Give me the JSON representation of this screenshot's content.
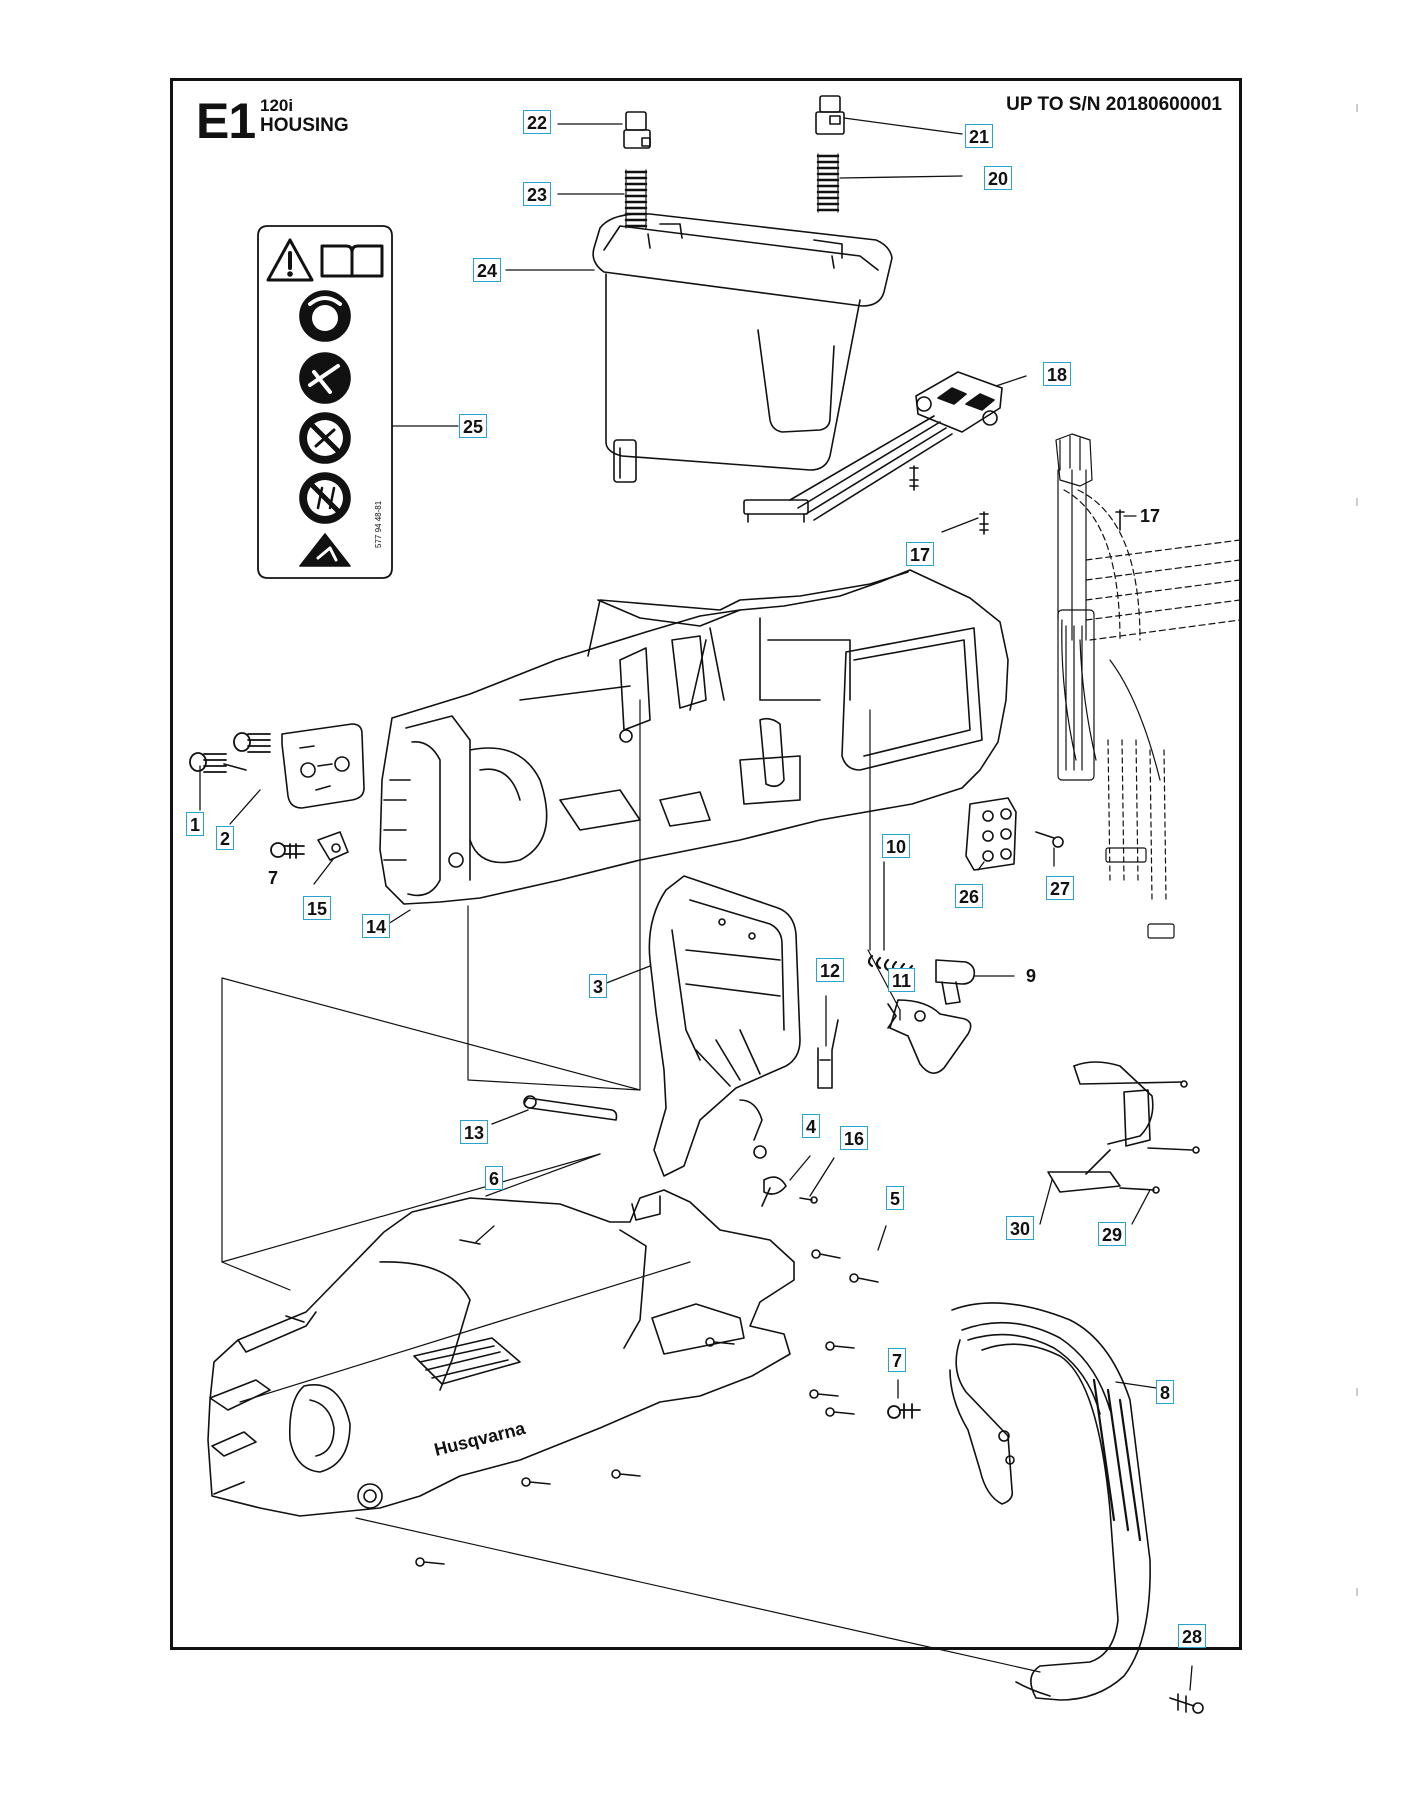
{
  "header": {
    "section_code": "E1",
    "model": "120i",
    "section_name": "HOUSING",
    "serial_note": "UP TO S/N 20180600001"
  },
  "decal": {
    "part_code": "577 94 48-81",
    "pictograms": [
      "warning-triangle-icon",
      "manual-book-icon",
      "protective-gear-icon",
      "kickback-icon",
      "no-one-handed-use-icon",
      "no-ladder-use-icon",
      "falling-objects-icon"
    ]
  },
  "brand_logo_text": "Husqvarna",
  "colors": {
    "callout_border": "#27a3d1",
    "line": "#111111"
  },
  "callouts": [
    {
      "id": "c22",
      "label": "22",
      "boxed": true
    },
    {
      "id": "c21",
      "label": "21",
      "boxed": true
    },
    {
      "id": "c23",
      "label": "23",
      "boxed": true
    },
    {
      "id": "c20",
      "label": "20",
      "boxed": true
    },
    {
      "id": "c24",
      "label": "24",
      "boxed": true
    },
    {
      "id": "c25",
      "label": "25",
      "boxed": true
    },
    {
      "id": "c18",
      "label": "18",
      "boxed": true
    },
    {
      "id": "c17a",
      "label": "17",
      "boxed": false
    },
    {
      "id": "c17b",
      "label": "17",
      "boxed": true
    },
    {
      "id": "c1",
      "label": "1",
      "boxed": true
    },
    {
      "id": "c2",
      "label": "2",
      "boxed": true
    },
    {
      "id": "c7a",
      "label": "7",
      "boxed": false
    },
    {
      "id": "c15",
      "label": "15",
      "boxed": true
    },
    {
      "id": "c14",
      "label": "14",
      "boxed": true
    },
    {
      "id": "c10",
      "label": "10",
      "boxed": true
    },
    {
      "id": "c26",
      "label": "26",
      "boxed": true
    },
    {
      "id": "c27",
      "label": "27",
      "boxed": true
    },
    {
      "id": "c9",
      "label": "9",
      "boxed": false
    },
    {
      "id": "c3",
      "label": "3",
      "boxed": true
    },
    {
      "id": "c12",
      "label": "12",
      "boxed": true
    },
    {
      "id": "c11",
      "label": "11",
      "boxed": true
    },
    {
      "id": "c13",
      "label": "13",
      "boxed": true
    },
    {
      "id": "c4",
      "label": "4",
      "boxed": true
    },
    {
      "id": "c16",
      "label": "16",
      "boxed": true
    },
    {
      "id": "c6",
      "label": "6",
      "boxed": true
    },
    {
      "id": "c5",
      "label": "5",
      "boxed": true
    },
    {
      "id": "c30",
      "label": "30",
      "boxed": true
    },
    {
      "id": "c29",
      "label": "29",
      "boxed": true
    },
    {
      "id": "c7b",
      "label": "7",
      "boxed": true
    },
    {
      "id": "c8",
      "label": "8",
      "boxed": true
    },
    {
      "id": "c28",
      "label": "28",
      "boxed": true
    }
  ]
}
